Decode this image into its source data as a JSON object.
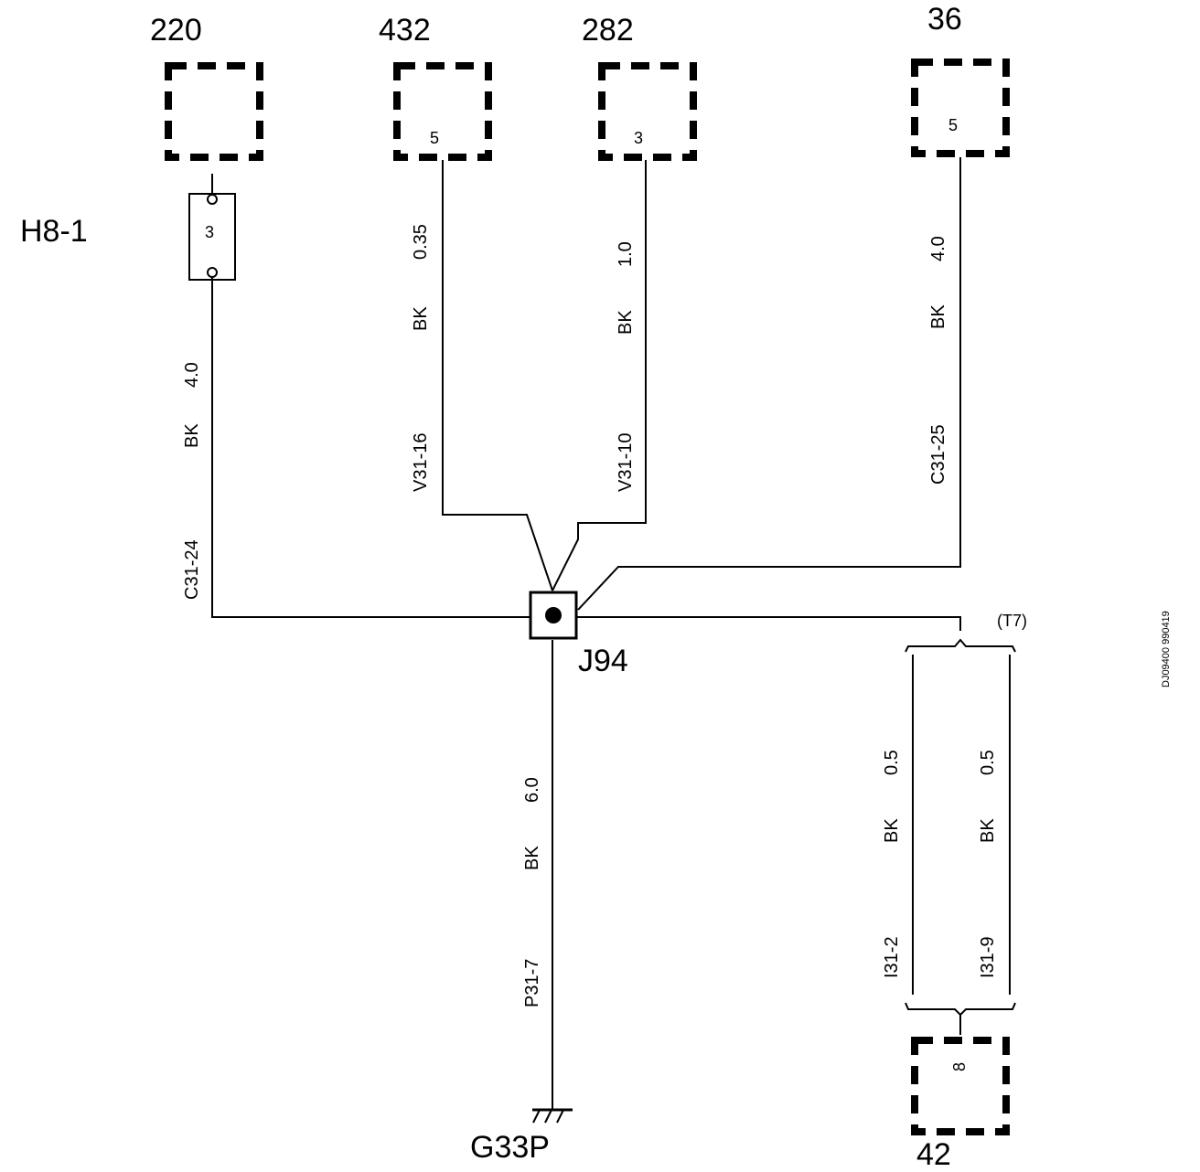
{
  "page_title": "H8-1",
  "doc_code": "DJ09400 990419",
  "components": {
    "c220": {
      "id": "220"
    },
    "c432": {
      "id": "432",
      "pin": "5"
    },
    "c282": {
      "id": "282",
      "pin": "3"
    },
    "c36": {
      "id": "36",
      "pin": "5"
    },
    "c42": {
      "id": "42",
      "pin": "8"
    },
    "fuse": {
      "pin": "3"
    }
  },
  "splice": {
    "id": "J94"
  },
  "ground": {
    "id": "G33P"
  },
  "twist_label": "(T7)",
  "wires": {
    "w220": {
      "size": "4.0",
      "color": "BK",
      "circuit": "C31-24"
    },
    "w432": {
      "size": "0.35",
      "color": "BK",
      "circuit": "V31-16"
    },
    "w282": {
      "size": "1.0",
      "color": "BK",
      "circuit": "V31-10"
    },
    "w36": {
      "size": "4.0",
      "color": "BK",
      "circuit": "C31-25"
    },
    "wg": {
      "size": "6.0",
      "color": "BK",
      "circuit": "P31-7"
    },
    "wl": {
      "size": "0.5",
      "color": "BK",
      "circuit": "I31-2"
    },
    "wr": {
      "size": "0.5",
      "color": "BK",
      "circuit": "I31-9"
    }
  }
}
